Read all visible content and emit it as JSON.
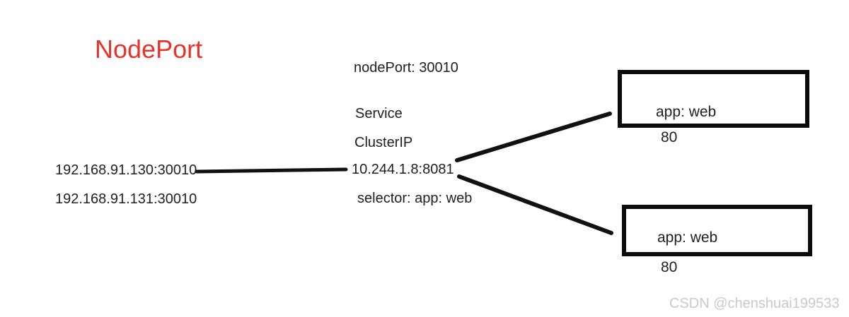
{
  "title": {
    "text": "NodePort",
    "color": "#e8332a"
  },
  "nodes": {
    "node1": "192.168.91.130:30010",
    "node2": "192.168.91.131:30010"
  },
  "service": {
    "node_port": "nodePort: 30010",
    "kind": "Service",
    "type": "ClusterIP",
    "endpoint": "10.244.1.8:8081",
    "selector": "selector: app: web"
  },
  "pods": [
    {
      "label": "app: web",
      "port": "80"
    },
    {
      "label": "app: web",
      "port": "80"
    }
  ],
  "watermark": "CSDN @chenshuai199533",
  "colors": {
    "line": "#111111",
    "text": "#1f1f1f",
    "title": "#e8332a",
    "watermark": "#c9c9c9"
  }
}
